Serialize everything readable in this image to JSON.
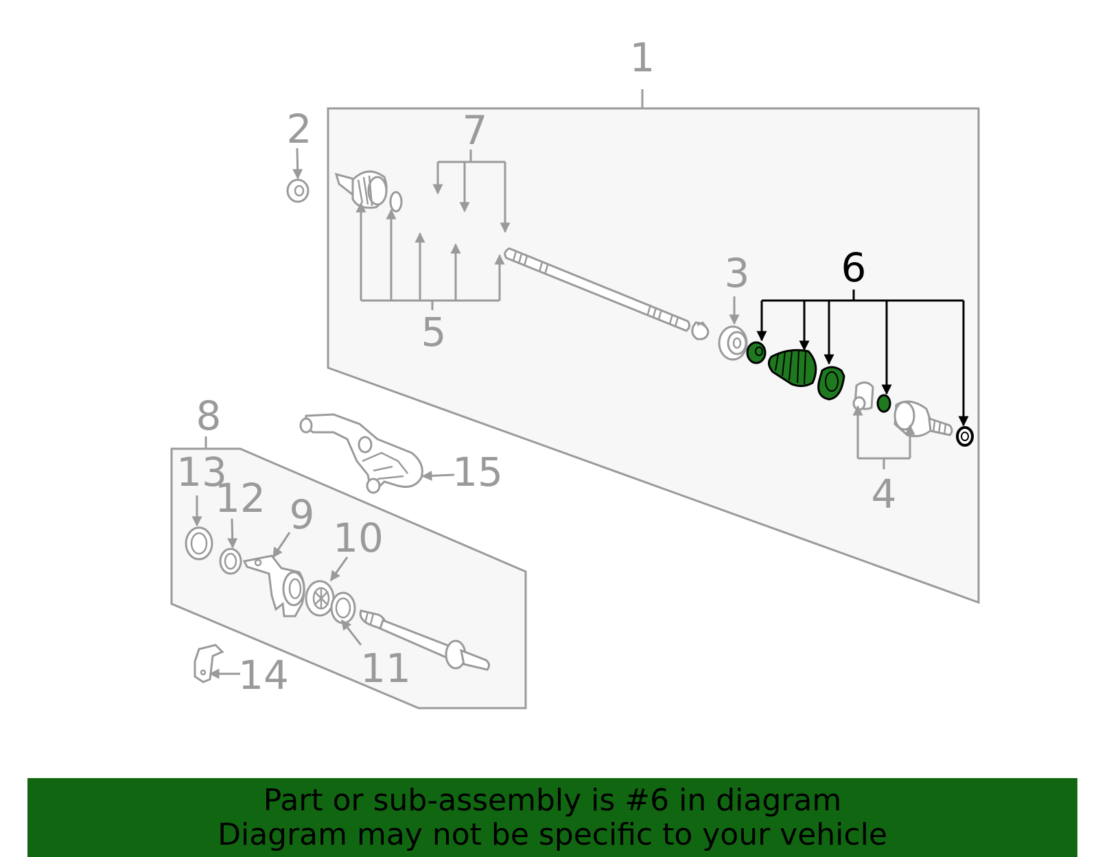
{
  "callouts": {
    "c1": "1",
    "c2": "2",
    "c3": "3",
    "c4": "4",
    "c5": "5",
    "c6": "6",
    "c7": "7",
    "c8": "8",
    "c9": "9",
    "c10": "10",
    "c11": "11",
    "c12": "12",
    "c13": "13",
    "c14": "14",
    "c15": "15"
  },
  "highlight": {
    "part": "6",
    "color": "#1f7a1f"
  },
  "colors": {
    "line": "#9a9a9a",
    "panel": "#f7f7f7",
    "banner": "#116611",
    "active": "#000000"
  },
  "banner": {
    "line1": "Part or sub-assembly is #6 in diagram",
    "line2": "Diagram may not be specific to your vehicle"
  }
}
